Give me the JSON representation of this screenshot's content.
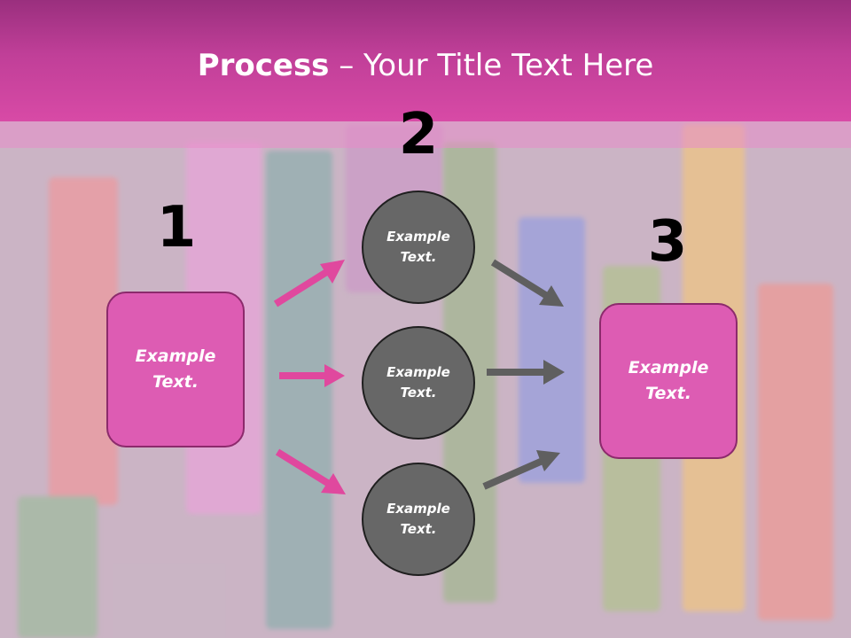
{
  "title": {
    "bold": "Process",
    "rest": " – Your Title Text Here"
  },
  "steps": {
    "one": "1",
    "two": "2",
    "three": "3"
  },
  "left_box": {
    "line1": "Example",
    "line2": "Text."
  },
  "circles": [
    {
      "line1": "Example",
      "line2": "Text."
    },
    {
      "line1": "Example",
      "line2": "Text."
    },
    {
      "line1": "Example",
      "line2": "Text."
    }
  ],
  "right_box": {
    "line1": "Example",
    "line2": "Text."
  },
  "colors": {
    "header": "#c03f98",
    "box": "#dd5cb3",
    "circle": "#676767",
    "pink_arrow": "#e0489e",
    "gray_arrow": "#5f5f5f"
  }
}
